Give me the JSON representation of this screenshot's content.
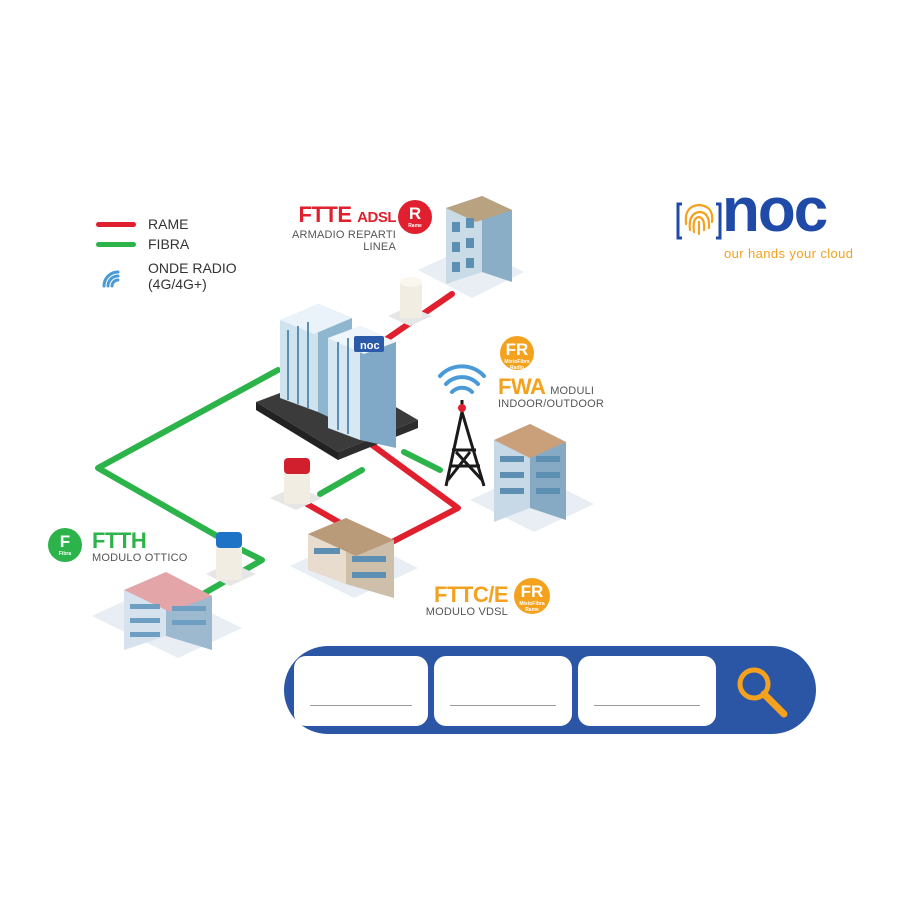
{
  "brand": {
    "logo_text": "noc",
    "tagline": "our hands your cloud",
    "colors": {
      "blue": "#1f4aa8",
      "orange": "#f4a11d",
      "red": "#e0202e",
      "green": "#2cb34a",
      "radio": "#4a9ad8"
    }
  },
  "legend": {
    "rame": "RAME",
    "fibra": "FIBRA",
    "onde_line1": "ONDE RADIO",
    "onde_line2": "(4G/4G+)"
  },
  "ftte": {
    "title": "FTTE",
    "title_suffix": "ADSL",
    "subtitle": "ARMADIO REPARTI LINEA",
    "badge_letter": "R",
    "badge_label": "Rame"
  },
  "fwa": {
    "title": "FWA",
    "title_suffix": "MODULI",
    "subtitle": "INDOOR/OUTDOOR",
    "badge_letter": "FR",
    "badge_line1": "MistoFibra",
    "badge_line2": "Radio"
  },
  "ftth": {
    "title": "FTTH",
    "subtitle": "MODULO OTTICO",
    "badge_letter": "F",
    "badge_label": "Fibra"
  },
  "fttc": {
    "title": "FTTC/E",
    "subtitle": "MODULO VDSL",
    "badge_letter": "FR",
    "badge_line1": "MistoFibra",
    "badge_line2": "Rame"
  },
  "hq_label": "noc",
  "search": {
    "fields": [
      "",
      "",
      ""
    ],
    "icon": "search-icon"
  }
}
